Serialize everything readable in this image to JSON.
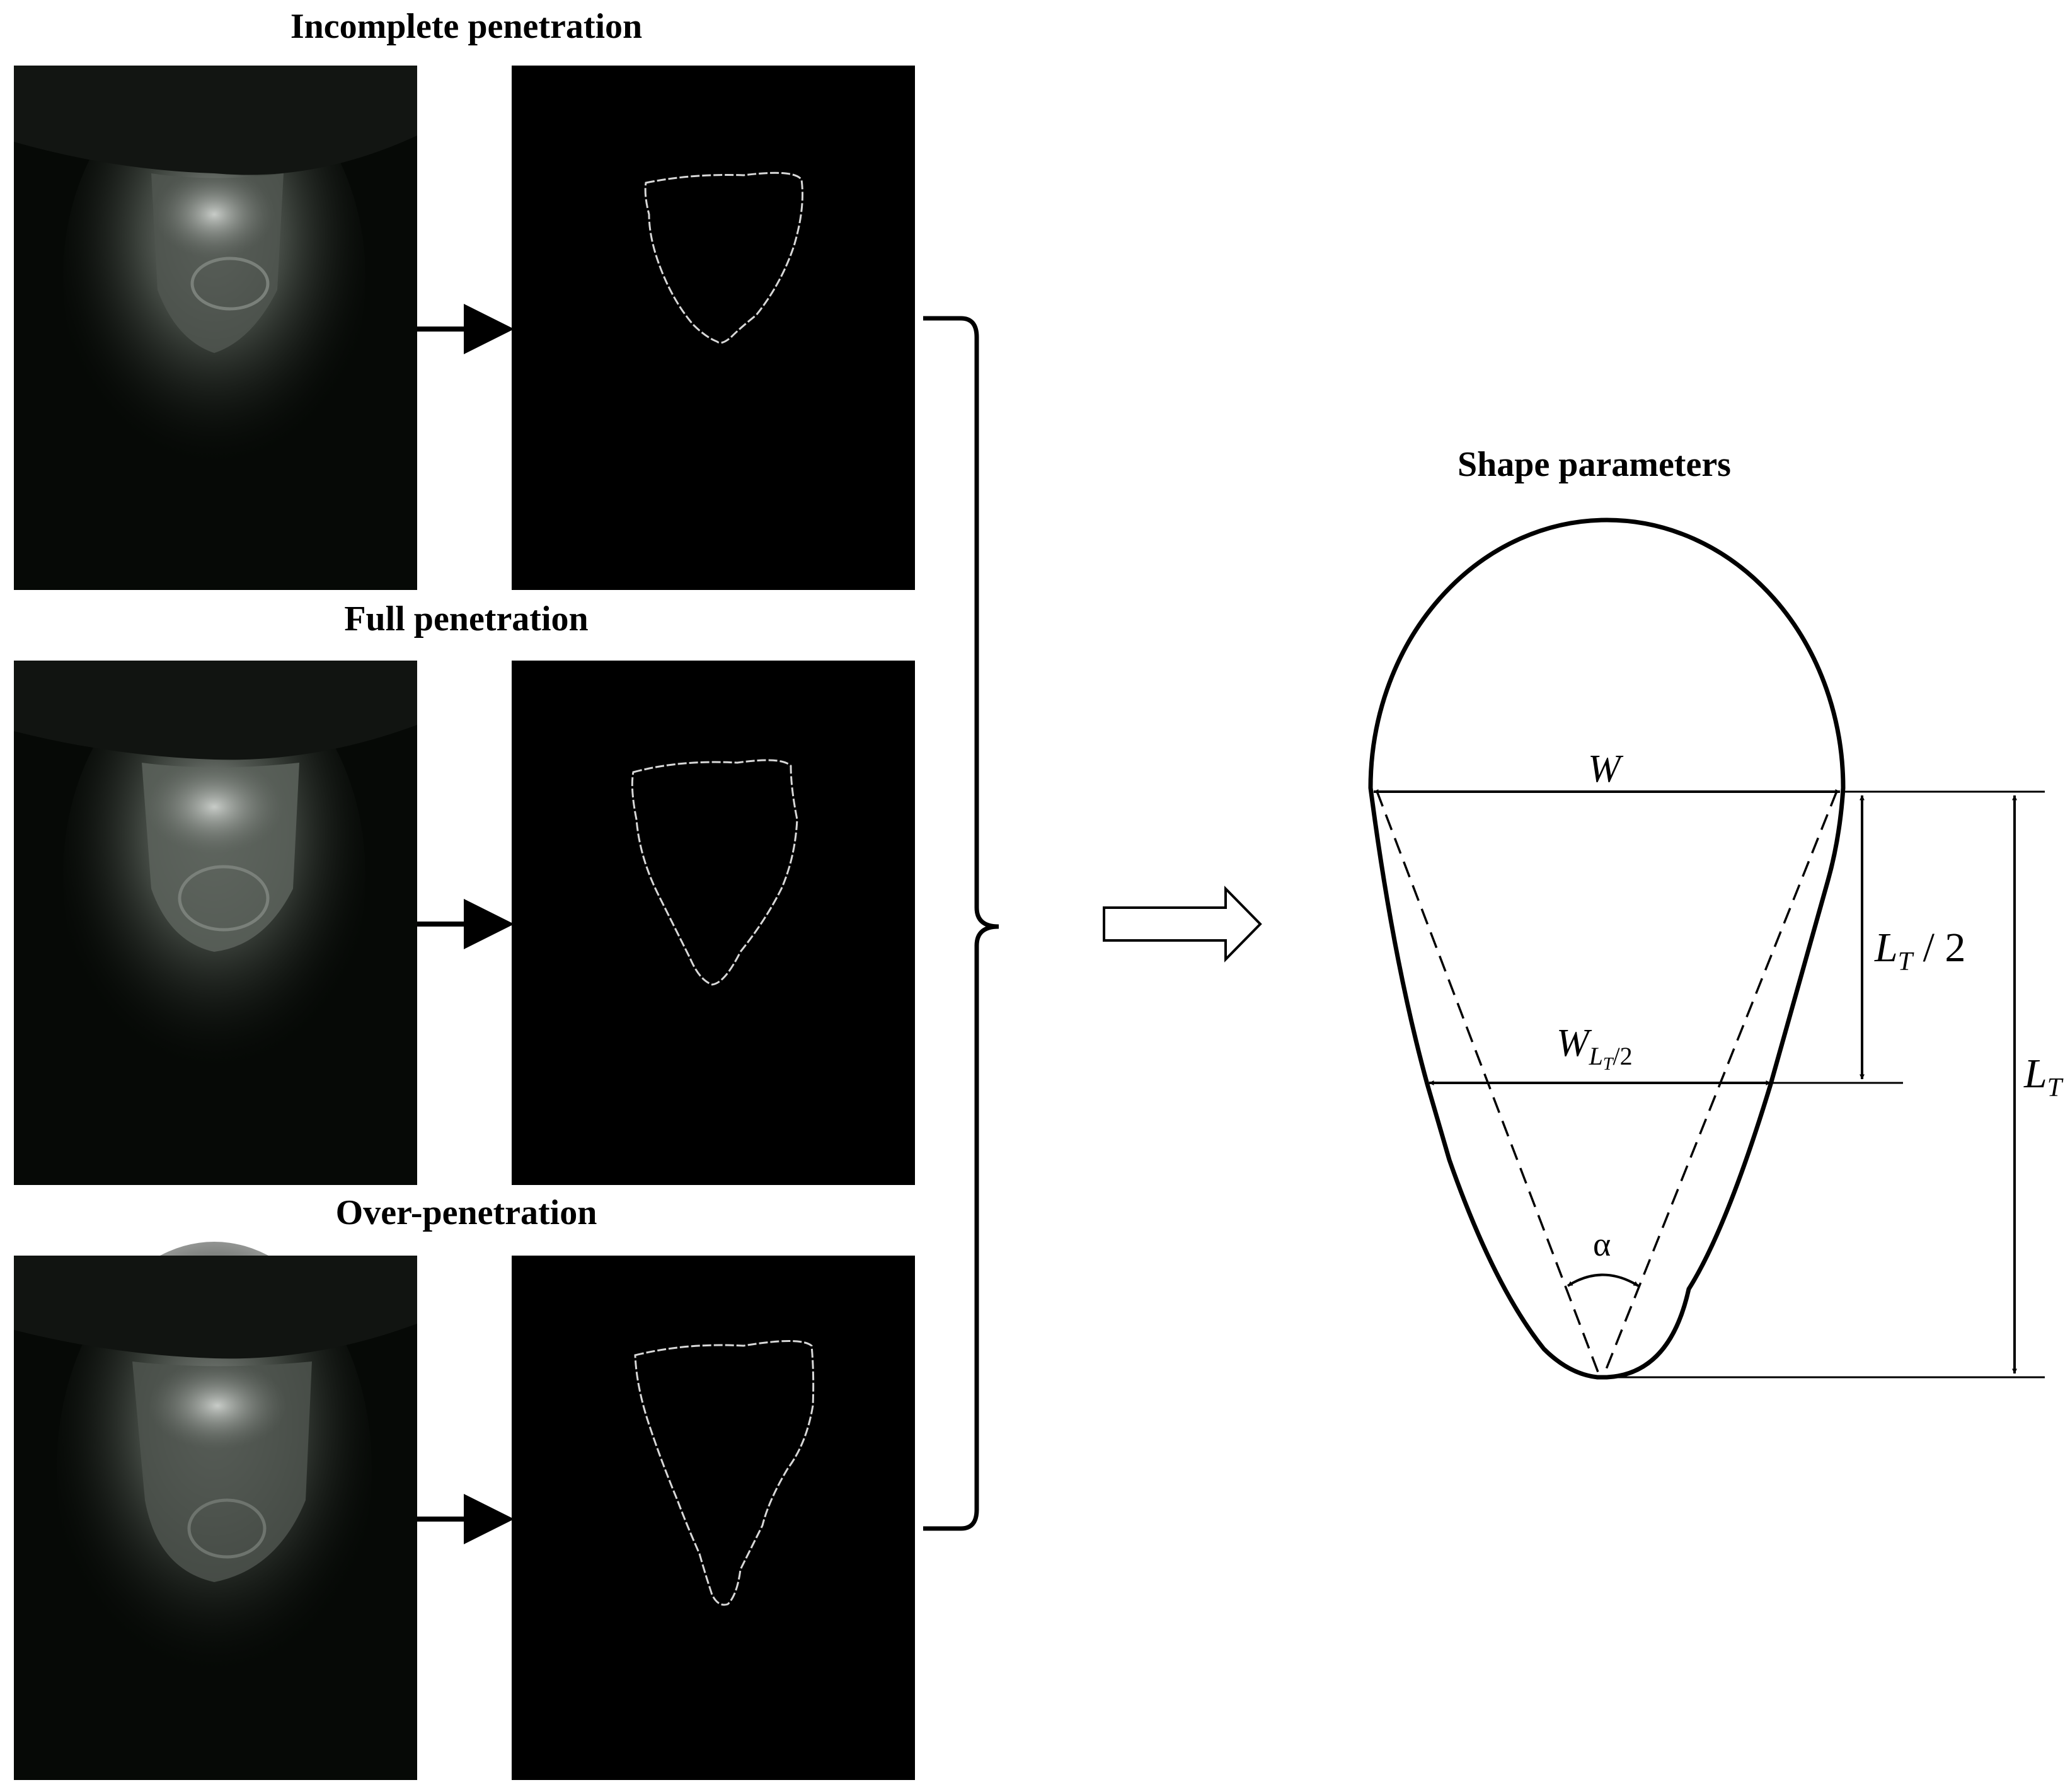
{
  "panels": {
    "incomplete_title": "Incomplete penetration",
    "full_title": "Full penetration",
    "over_title": "Over-penetration"
  },
  "shape": {
    "title": "Shape parameters",
    "w_label": "W",
    "w_half_main": "W",
    "w_half_sub": "L",
    "w_half_sub2": "T",
    "w_half_tail": "/2",
    "lt_half_main": "L",
    "lt_half_sub": "T",
    "lt_half_tail": " / 2",
    "lt_main": "L",
    "lt_sub": "T",
    "alpha": "α"
  },
  "colors": {
    "background": "#ffffff",
    "photo_bg": "#060906",
    "contour": "#d8d8d8",
    "ink": "#000000"
  }
}
